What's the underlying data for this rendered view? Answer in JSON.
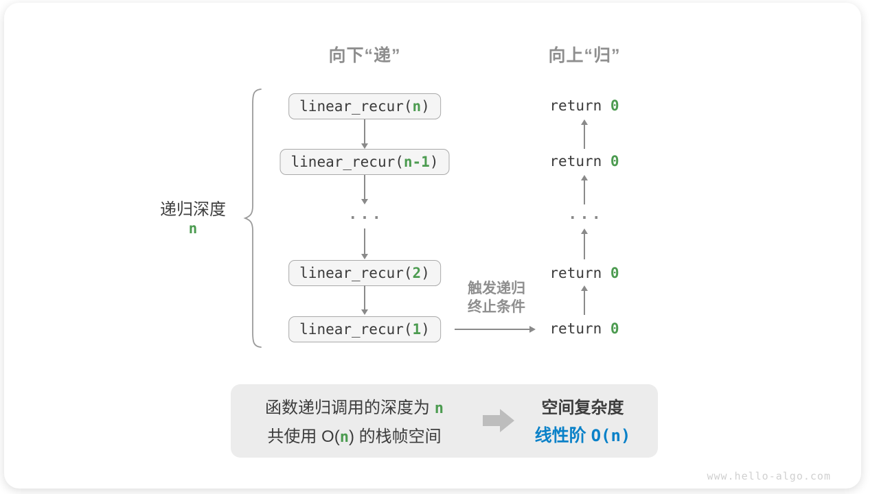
{
  "headers": {
    "down": "向下“递”",
    "up": "向上“归”"
  },
  "depth_label": {
    "text": "递归深度",
    "value": "n"
  },
  "stack": {
    "boxes": [
      {
        "pre": "linear_recur(",
        "arg": "n",
        "post": ")"
      },
      {
        "pre": "linear_recur(",
        "arg": "n-1",
        "post": ")"
      },
      {
        "dots": "..."
      },
      {
        "pre": "linear_recur(",
        "arg": "2",
        "post": ")"
      },
      {
        "pre": "linear_recur(",
        "arg": "1",
        "post": ")"
      }
    ],
    "returns": [
      {
        "pre": "return ",
        "val": "0"
      },
      {
        "pre": "return ",
        "val": "0"
      },
      {
        "dots": "..."
      },
      {
        "pre": "return ",
        "val": "0"
      },
      {
        "pre": "return ",
        "val": "0"
      }
    ]
  },
  "trigger_label": {
    "line1": "触发递归",
    "line2": "终止条件"
  },
  "summary": {
    "left": {
      "l1_pre": "函数递归调用的深度为 ",
      "l1_var": "n",
      "l2_pre": "共使用 O(",
      "l2_var": "n",
      "l2_post": ") 的栈帧空间"
    },
    "right": {
      "title": "空间复杂度",
      "result_label": "线性阶 ",
      "result_code": "O(n)"
    }
  },
  "watermark": "www.hello-algo.com",
  "colors": {
    "accent_green": "#4c9b50",
    "accent_blue": "#0a81c8",
    "arrow_gray": "#8a8a8a",
    "label_gray": "#8e8e8e",
    "box_fill": "#f5f5f5",
    "box_border": "#a9a9a9",
    "summary_fill": "#ececec"
  }
}
